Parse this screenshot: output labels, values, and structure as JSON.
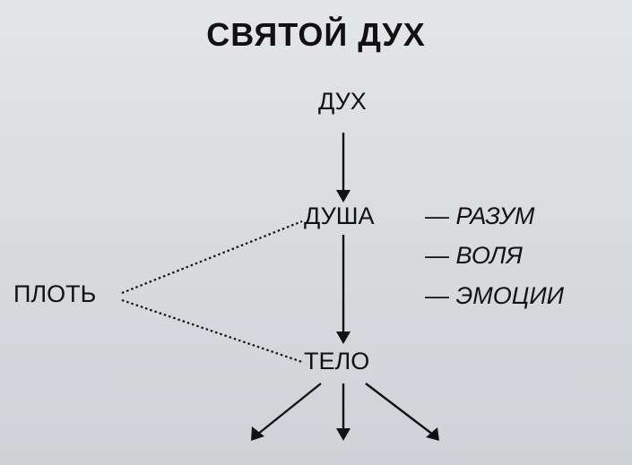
{
  "title": "СВЯТОЙ ДУХ",
  "nodes": {
    "spirit": "ДУХ",
    "soul": "ДУША",
    "flesh": "ПЛОТЬ",
    "body": "ТЕЛО"
  },
  "soul_parts": [
    "— РАЗУМ",
    "— ВОЛЯ",
    "— ЭМОЦИИ"
  ],
  "colors": {
    "background": "#d7dade",
    "ink": "#111111"
  }
}
